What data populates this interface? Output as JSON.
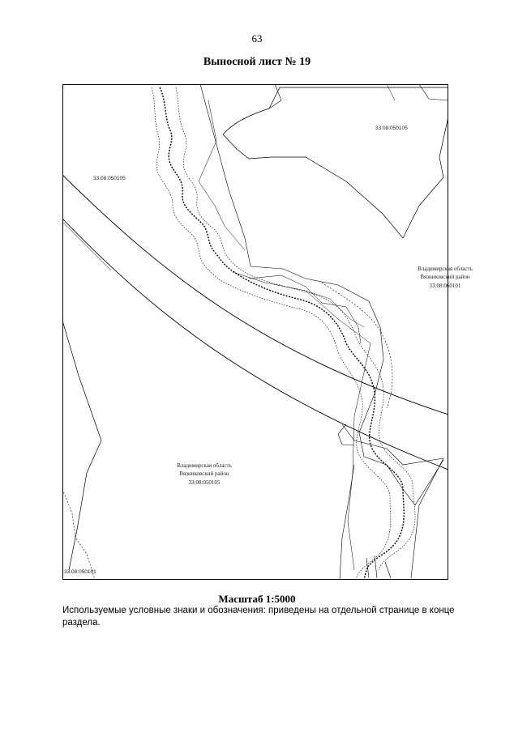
{
  "page": {
    "number": "63",
    "title": "Выносной лист № 19"
  },
  "map": {
    "parcels": {
      "upper_left": "33:08:050105",
      "upper_right": "33:08:050105",
      "lower_left": "33:08:050105",
      "bottom_left_corner": "33:08:050101",
      "right_district": "33:08:060101"
    },
    "region_labels": {
      "right": {
        "line1": "Владимирская область",
        "line2": "Вязниковский район"
      },
      "lower_left": {
        "line1": "Владимирская область",
        "line2": "Вязниковский район"
      }
    },
    "colors": {
      "lines": "#000000",
      "background": "#ffffff"
    }
  },
  "footer": {
    "scale": "Масштаб 1:5000",
    "legend_note": "Используемые условные знаки и обозначения: приведены на отдельной странице в конце раздела."
  }
}
